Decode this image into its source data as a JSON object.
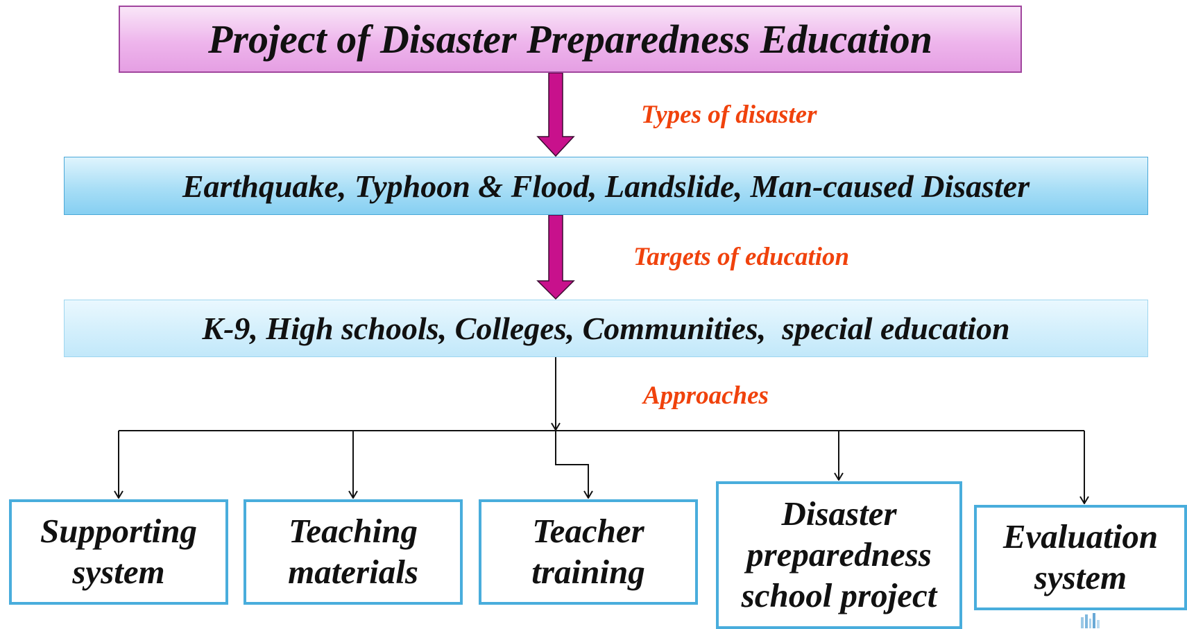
{
  "title": "Project of Disaster Preparedness Education",
  "labels": {
    "types": "Types of disaster",
    "targets": "Targets of education",
    "approaches": "Approaches"
  },
  "disaster_types": "Earthquake, Typhoon & Flood, Landslide, Man-caused Disaster",
  "education_targets": "K-9, High schools, Colleges, Communities,  special education",
  "approaches": [
    {
      "line1": "Supporting",
      "line2": "system"
    },
    {
      "line1": "Teaching",
      "line2": "materials"
    },
    {
      "line1": "Teacher",
      "line2": "training"
    },
    {
      "line1": "Disaster",
      "line2": "preparedness",
      "line3": "school project"
    },
    {
      "line1": "Evaluation",
      "line2": "system"
    }
  ],
  "colors": {
    "label": "#f0420c",
    "big_arrow": "#c8118c",
    "box_border": "#49addc"
  }
}
